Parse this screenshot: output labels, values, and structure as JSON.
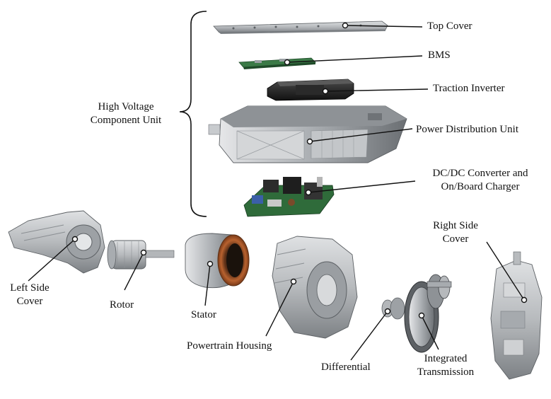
{
  "group": {
    "line1": "High Voltage",
    "line2": "Component Unit"
  },
  "labels": {
    "top_cover": "Top Cover",
    "bms": "BMS",
    "traction_inverter": "Traction Inverter",
    "pdu": "Power Distribution Unit",
    "dcdc_line1": "DC/DC Converter and",
    "dcdc_line2": "On/Board Charger",
    "left_cover_line1": "Left Side",
    "left_cover_line2": "Cover",
    "rotor": "Rotor",
    "stator": "Stator",
    "housing": "Powertrain Housing",
    "differential": "Differential",
    "integrated_line1": "Integrated",
    "integrated_line2": "Transmission",
    "right_cover_line1": "Right Side",
    "right_cover_line2": "Cover"
  },
  "colors": {
    "metal": "#b9bcbf",
    "metal_dark": "#6f7377",
    "pcb_green": "#2f6b3a",
    "copper": "#a0522d",
    "leader": "#111111"
  }
}
